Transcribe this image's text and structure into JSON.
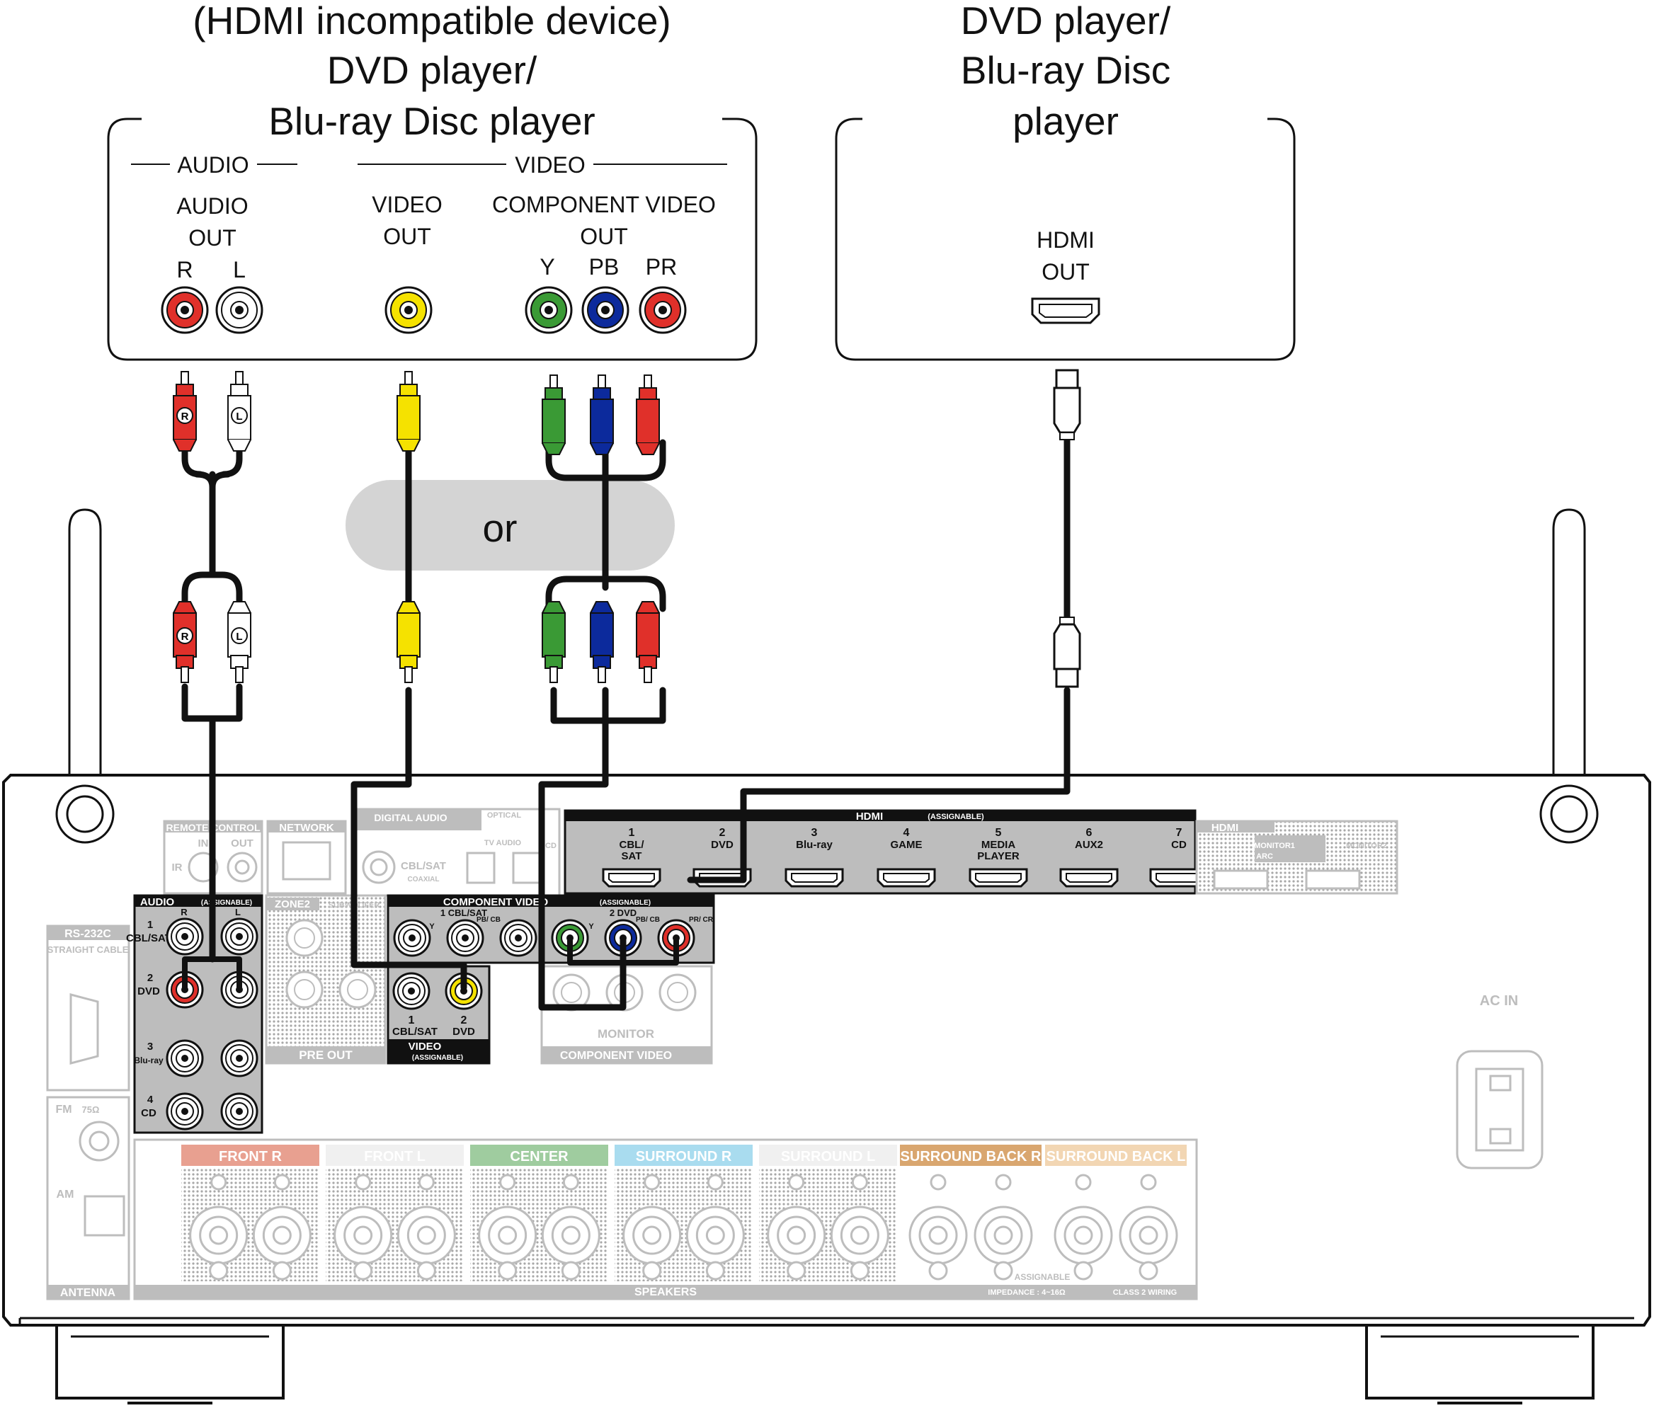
{
  "left_device": {
    "title_line1": "(HDMI incompatible device)",
    "title_line2": "DVD player/",
    "title_line3": "Blu-ray Disc player",
    "audio_group": "AUDIO",
    "audio_out_1": "AUDIO",
    "audio_out_2": "OUT",
    "r": "R",
    "l": "L",
    "video_group": "VIDEO",
    "video_out_1": "VIDEO",
    "video_out_2": "OUT",
    "component_1": "COMPONENT VIDEO",
    "component_2": "OUT",
    "y": "Y",
    "pb": "PB",
    "pr": "PR"
  },
  "right_device": {
    "title_line1": "DVD player/",
    "title_line2": "Blu-ray Disc",
    "title_line3": "player",
    "hdmi_1": "HDMI",
    "hdmi_2": "OUT"
  },
  "or_label": "or",
  "receiver": {
    "remote_control": "REMOTE CONTROL",
    "in": "IN",
    "out": "OUT",
    "ir": "IR",
    "network": "NETWORK",
    "digital_audio": "DIGITAL AUDIO",
    "optical": "OPTICAL",
    "cbl_sat_coax": "CBL/SAT",
    "coaxial": "COAXIAL",
    "tv_audio": "TV AUDIO",
    "cd": "CD",
    "rs232c": "RS-232C",
    "straight_cable": "STRAIGHT CABLE",
    "audio_in": "AUDIO",
    "assignable": "(ASSIGNABLE)",
    "audio_rows": [
      "CBL/SAT",
      "DVD",
      "Blu-ray",
      "CD"
    ],
    "audio_row_nums": [
      "1",
      "2",
      "3",
      "4"
    ],
    "zone2": "ZONE2",
    "subwoofer": "SUBWOOFER",
    "pre_out": "PRE OUT",
    "component_in": "COMPONENT VIDEO",
    "comp_1": "1 CBL/SAT",
    "comp_2": "2 DVD",
    "y": "Y",
    "pb_cb": "PB/ CB",
    "pr_cr": "PR/ CR",
    "video_nums": [
      "1",
      "2"
    ],
    "video_names": [
      "CBL/SAT",
      "DVD"
    ],
    "video_in": "VIDEO",
    "monitor": "MONITOR",
    "component_out": "COMPONENT VIDEO",
    "hdmi_in": "HDMI",
    "hdmi_nums": [
      "1",
      "2",
      "3",
      "4",
      "5",
      "6",
      "7"
    ],
    "hdmi_names": [
      "CBL/ SAT",
      "DVD",
      "Blu-ray",
      "GAME",
      "MEDIA PLAYER",
      "AUX2",
      "CD"
    ],
    "hdmi_out": "HDMI",
    "monitor1": "MONITOR1",
    "arc": "ARC",
    "monitor2": "MONITOR2",
    "fm": "FM",
    "fm_ohm": "75Ω",
    "am": "AM",
    "antenna": "ANTENNA",
    "ac_in": "AC IN",
    "speakers": "SPEAKERS",
    "impedance": "IMPEDANCE : 4~16Ω",
    "class2": "CLASS 2 WIRING",
    "assignable_lower": "ASSIGNABLE",
    "speaker_groups": [
      {
        "label": "FRONT",
        "suffix": "R",
        "color": "#e8a090"
      },
      {
        "label": "FRONT",
        "suffix": "L",
        "color": "#f0f0f0"
      },
      {
        "label": "CENTER",
        "suffix": "",
        "color": "#9fcc9f"
      },
      {
        "label": "SURROUND",
        "suffix": "R",
        "color": "#a9dcef"
      },
      {
        "label": "SURROUND",
        "suffix": "L",
        "color": "#f0f0f0"
      },
      {
        "label": "SURROUND BACK",
        "suffix": "R",
        "color": "#d9a66f"
      },
      {
        "label": "SURROUND BACK",
        "suffix": "L",
        "color": "#f2d6b3"
      }
    ]
  },
  "colors": {
    "red": "#e0302a",
    "white": "#ffffff",
    "yellow": "#f5e200",
    "green": "#3a9a35",
    "blue": "#0c2a9c",
    "cable": "#111111",
    "panel_gray": "#bdbdbd"
  }
}
